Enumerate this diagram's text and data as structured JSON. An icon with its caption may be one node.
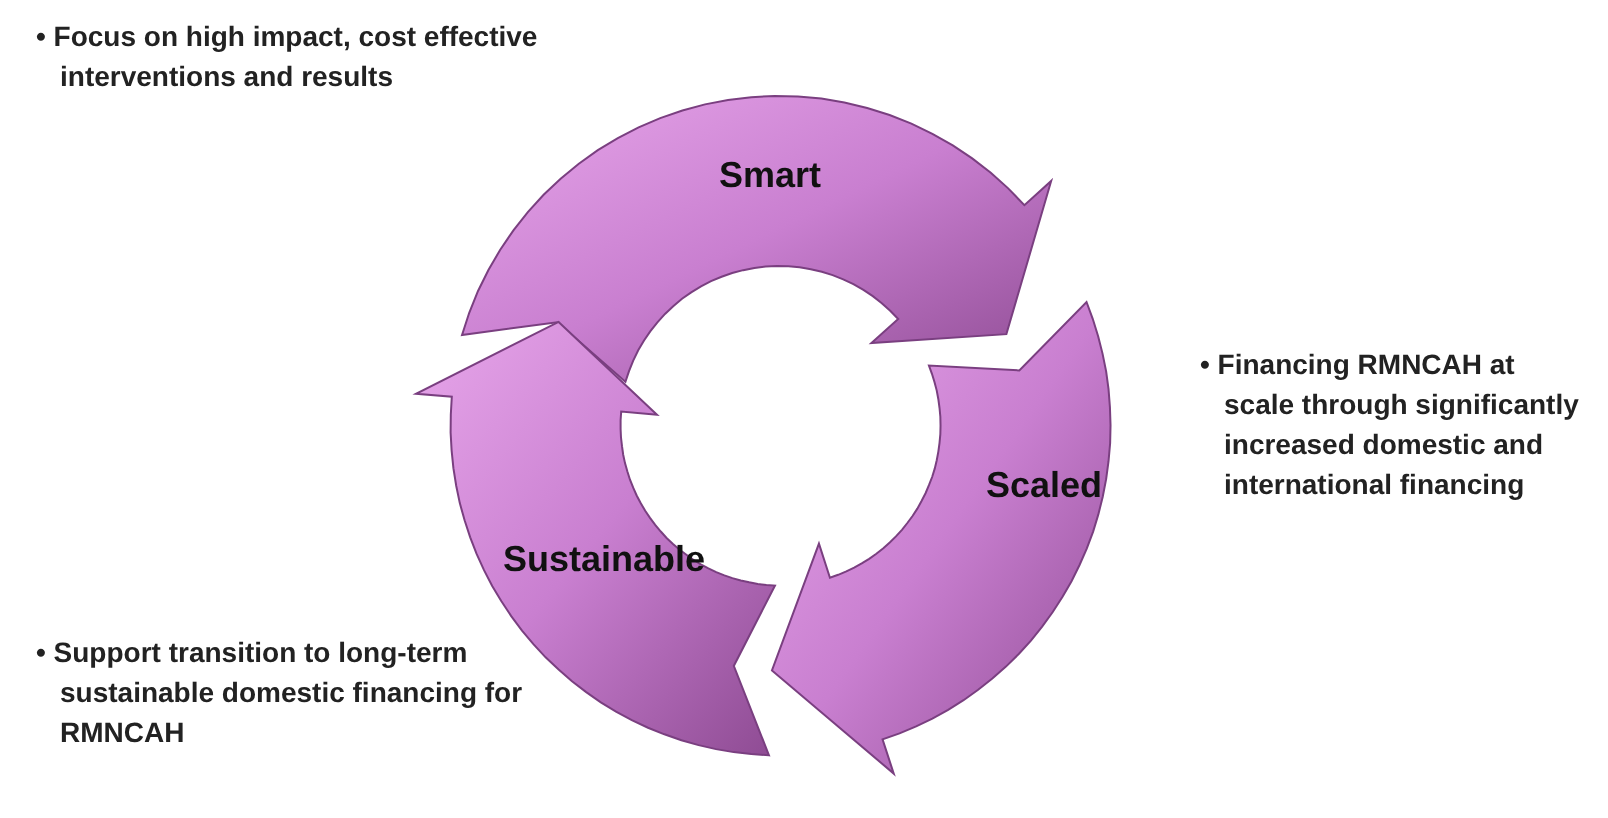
{
  "diagram": {
    "nodes": [
      {
        "text": [
          "Smart"
        ]
      },
      {
        "text": [
          "Scaled"
        ]
      },
      {
        "text": [
          "Sustainable"
        ]
      }
    ],
    "edges": [],
    "labels": [
      "• Focus on high impact, cost effective interventions and results",
      "• Financing RMNCAH at scale through significantly increased domestic and international financing",
      "• Support transition to long-term sustainable domestic financing for RMNCAH"
    ]
  }
}
